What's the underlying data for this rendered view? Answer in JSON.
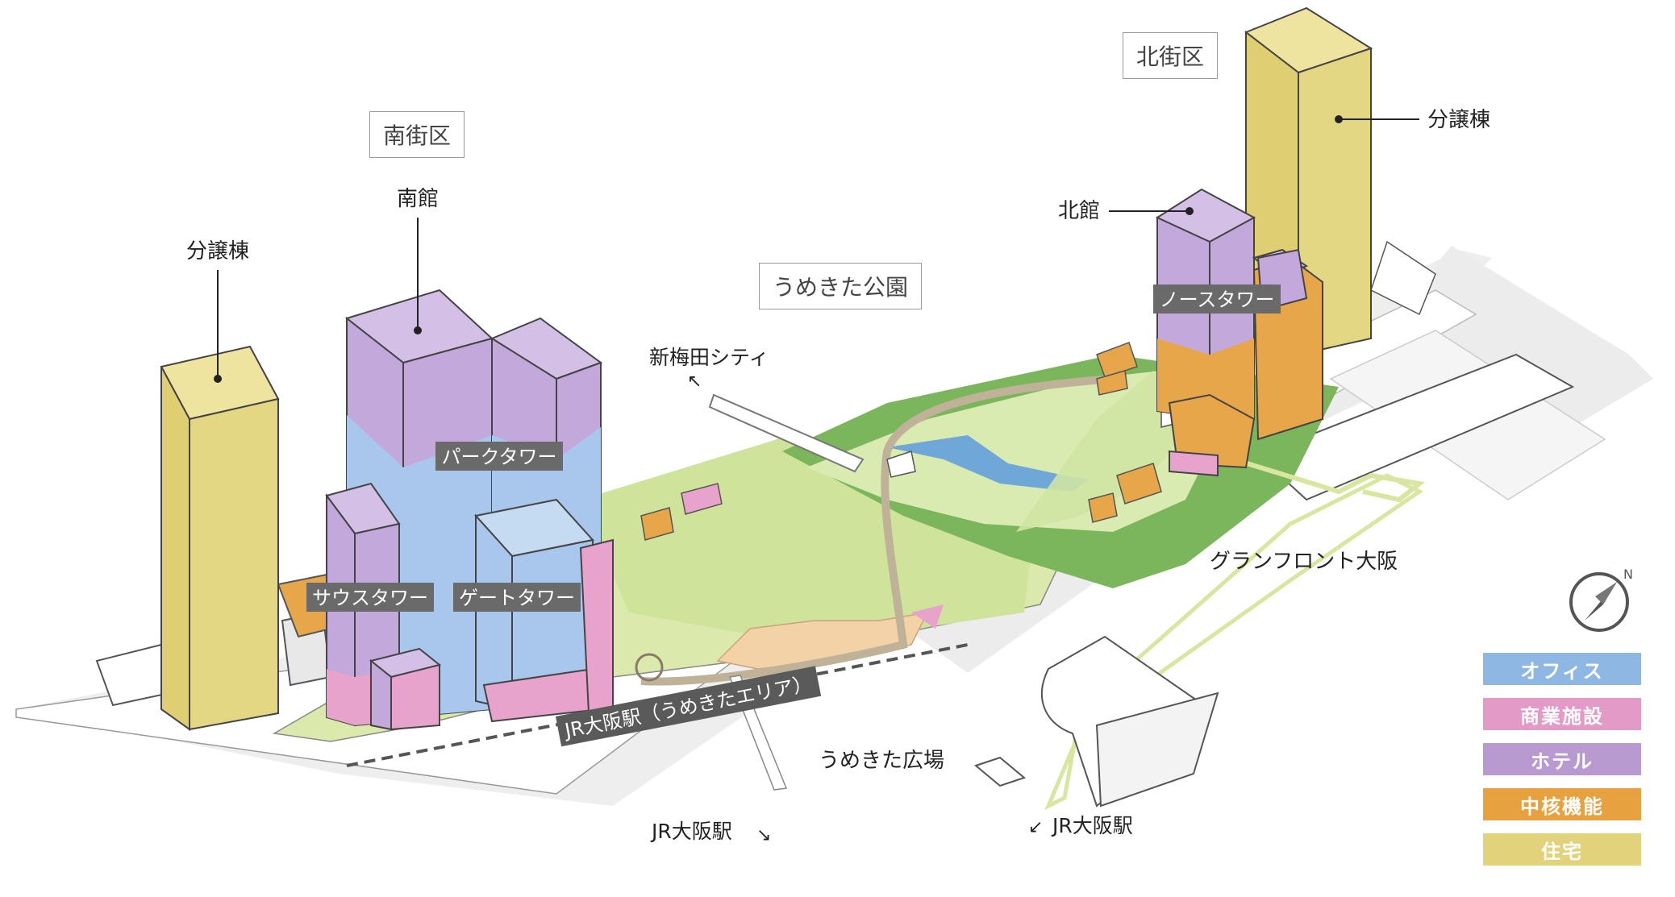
{
  "districts": {
    "south": "南街区",
    "north": "北街区",
    "park": "うめきた公園"
  },
  "buildings": {
    "south_condo": "分譲棟",
    "south_hall": "南館",
    "north_hall": "北館",
    "north_condo": "分譲棟"
  },
  "tower_tags": {
    "park_tower": "パークタワー",
    "south_tower": "サウスタワー",
    "gate_tower": "ゲートタワー",
    "north_tower": "ノースタワー",
    "station_area": "JR大阪駅（うめきたエリア）"
  },
  "places": {
    "shin_umeda": "新梅田シティ",
    "grand_front": "グランフロント大阪",
    "plaza": "うめきた広場",
    "jr_osaka_1": "JR大阪駅",
    "jr_osaka_2": "JR大阪駅"
  },
  "arrows": {
    "up_left": "↖",
    "down_right": "↘",
    "down_left": "↙"
  },
  "legend": [
    {
      "label": "オフィス",
      "color": "#8fb7e3"
    },
    {
      "label": "商業施設",
      "color": "#e49ac6"
    },
    {
      "label": "ホテル",
      "color": "#b99ad0"
    },
    {
      "label": "中核機能",
      "color": "#e7a13e"
    },
    {
      "label": "住宅",
      "color": "#e3d27c"
    }
  ],
  "colors": {
    "office": "#a9c7ec",
    "commercial": "#e7a3cc",
    "hotel": "#c3a8dc",
    "core": "#e8a64b",
    "residential": "#e4d784",
    "park_light": "#d3e6a7",
    "park_dark": "#6aa852"
  },
  "icons": {
    "compass": "compass-icon"
  }
}
